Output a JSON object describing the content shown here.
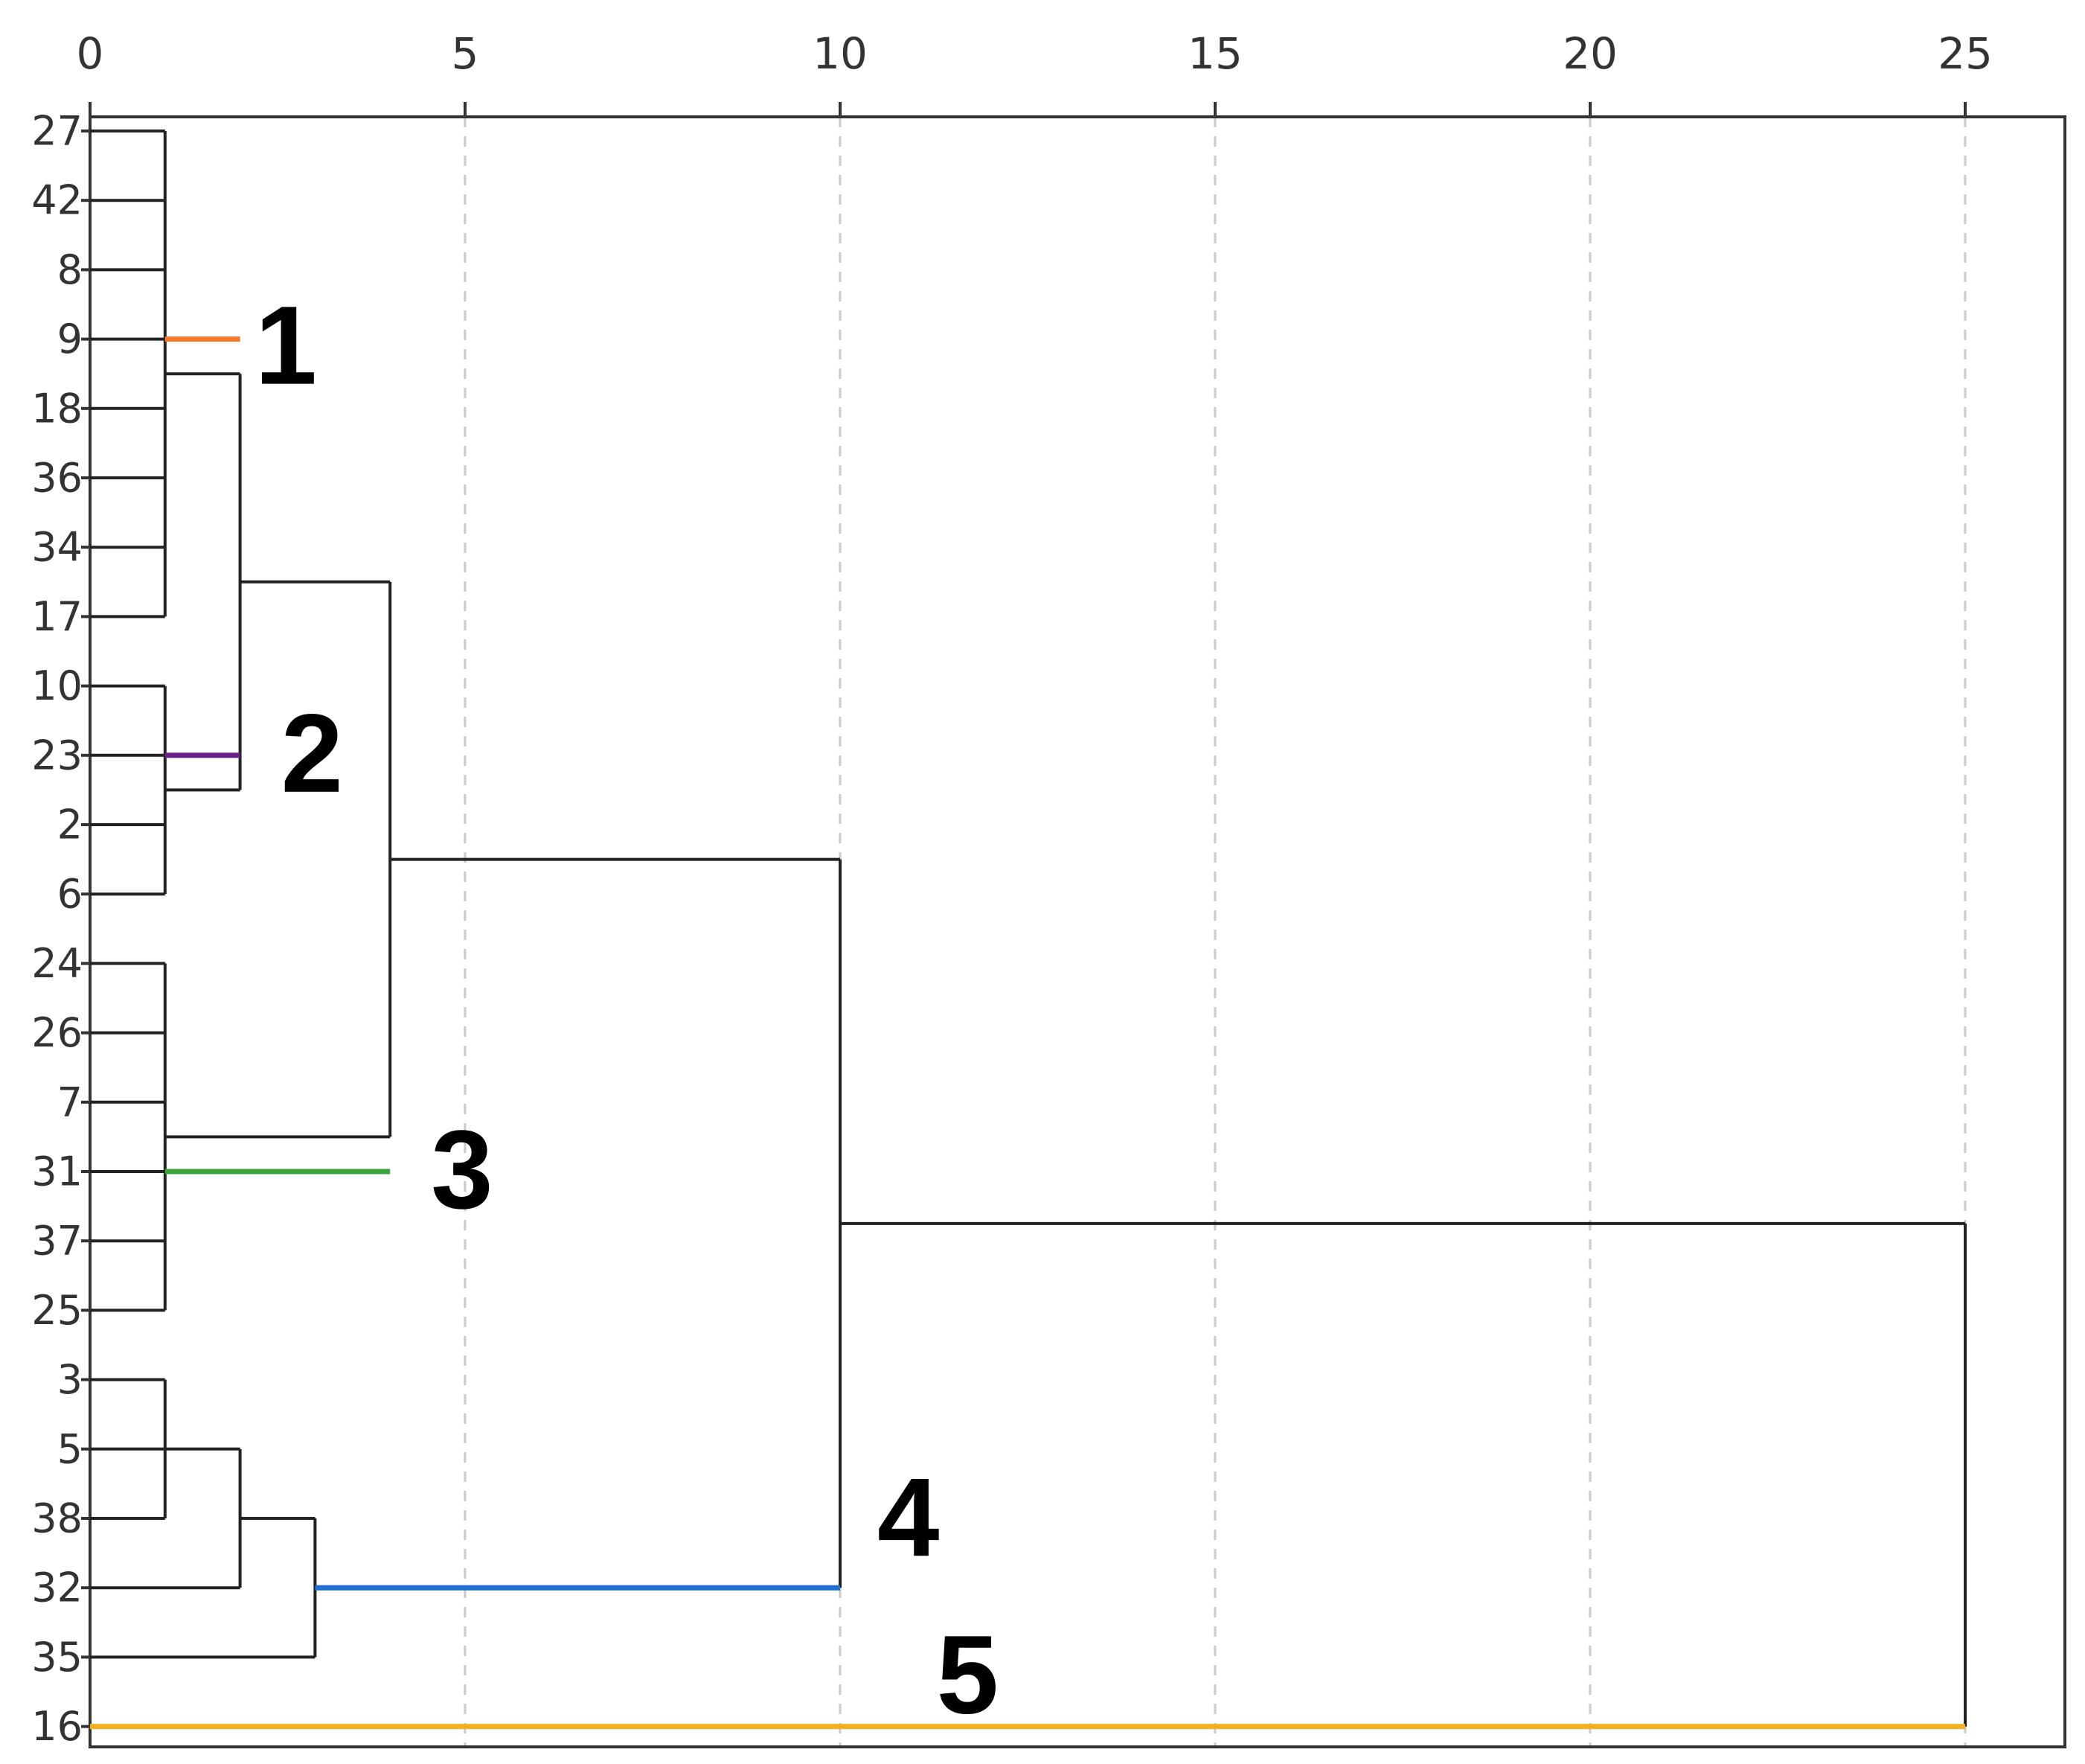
{
  "chart_data": {
    "type": "dendrogram",
    "x_ticks": [
      0,
      5,
      10,
      15,
      20,
      25
    ],
    "xlim": [
      0,
      26.4
    ],
    "grid": "vertical dashed at ticks",
    "leaves": [
      "27",
      "42",
      "8",
      "9",
      "18",
      "36",
      "34",
      "17",
      "10",
      "23",
      "2",
      "6",
      "24",
      "26",
      "7",
      "31",
      "37",
      "25",
      "3",
      "5",
      "38",
      "32",
      "35",
      "16"
    ],
    "merges": [
      {
        "id": "A",
        "members": [
          "27",
          "42",
          "8",
          "9",
          "18",
          "36",
          "34",
          "17"
        ],
        "height": 1
      },
      {
        "id": "B",
        "members": [
          "10",
          "23",
          "2",
          "6"
        ],
        "height": 1
      },
      {
        "id": "C",
        "members": [
          "24",
          "26",
          "7",
          "31",
          "37",
          "25"
        ],
        "height": 1
      },
      {
        "id": "D",
        "members": [
          "3",
          "5",
          "38"
        ],
        "height": 1
      },
      {
        "id": "E",
        "members": [
          "A",
          "B"
        ],
        "height": 2
      },
      {
        "id": "F",
        "members": [
          "D",
          "32"
        ],
        "height": 2
      },
      {
        "id": "G",
        "members": [
          "E",
          "C"
        ],
        "height": 4
      },
      {
        "id": "H",
        "members": [
          "F",
          "35"
        ],
        "height": 3
      },
      {
        "id": "I",
        "members": [
          "G",
          "H"
        ],
        "height": 10
      },
      {
        "id": "J",
        "members": [
          "I",
          "16"
        ],
        "height": 25
      }
    ],
    "clusters": [
      {
        "label": "1",
        "at_leaf": "9",
        "from": 1,
        "to": 2,
        "color": "#f07a2a"
      },
      {
        "label": "2",
        "at_leaf": "23",
        "from": 1,
        "to": 2,
        "color": "#6a1f8a"
      },
      {
        "label": "3",
        "at_leaf": "31",
        "from": 1,
        "to": 4,
        "color": "#3aa23a"
      },
      {
        "label": "4",
        "at_leaf": "32",
        "from": 3,
        "to": 10,
        "color": "#1f6fd0"
      },
      {
        "label": "5",
        "at_leaf": "16",
        "from": 0,
        "to": 25,
        "color": "#f2b01e"
      }
    ]
  }
}
